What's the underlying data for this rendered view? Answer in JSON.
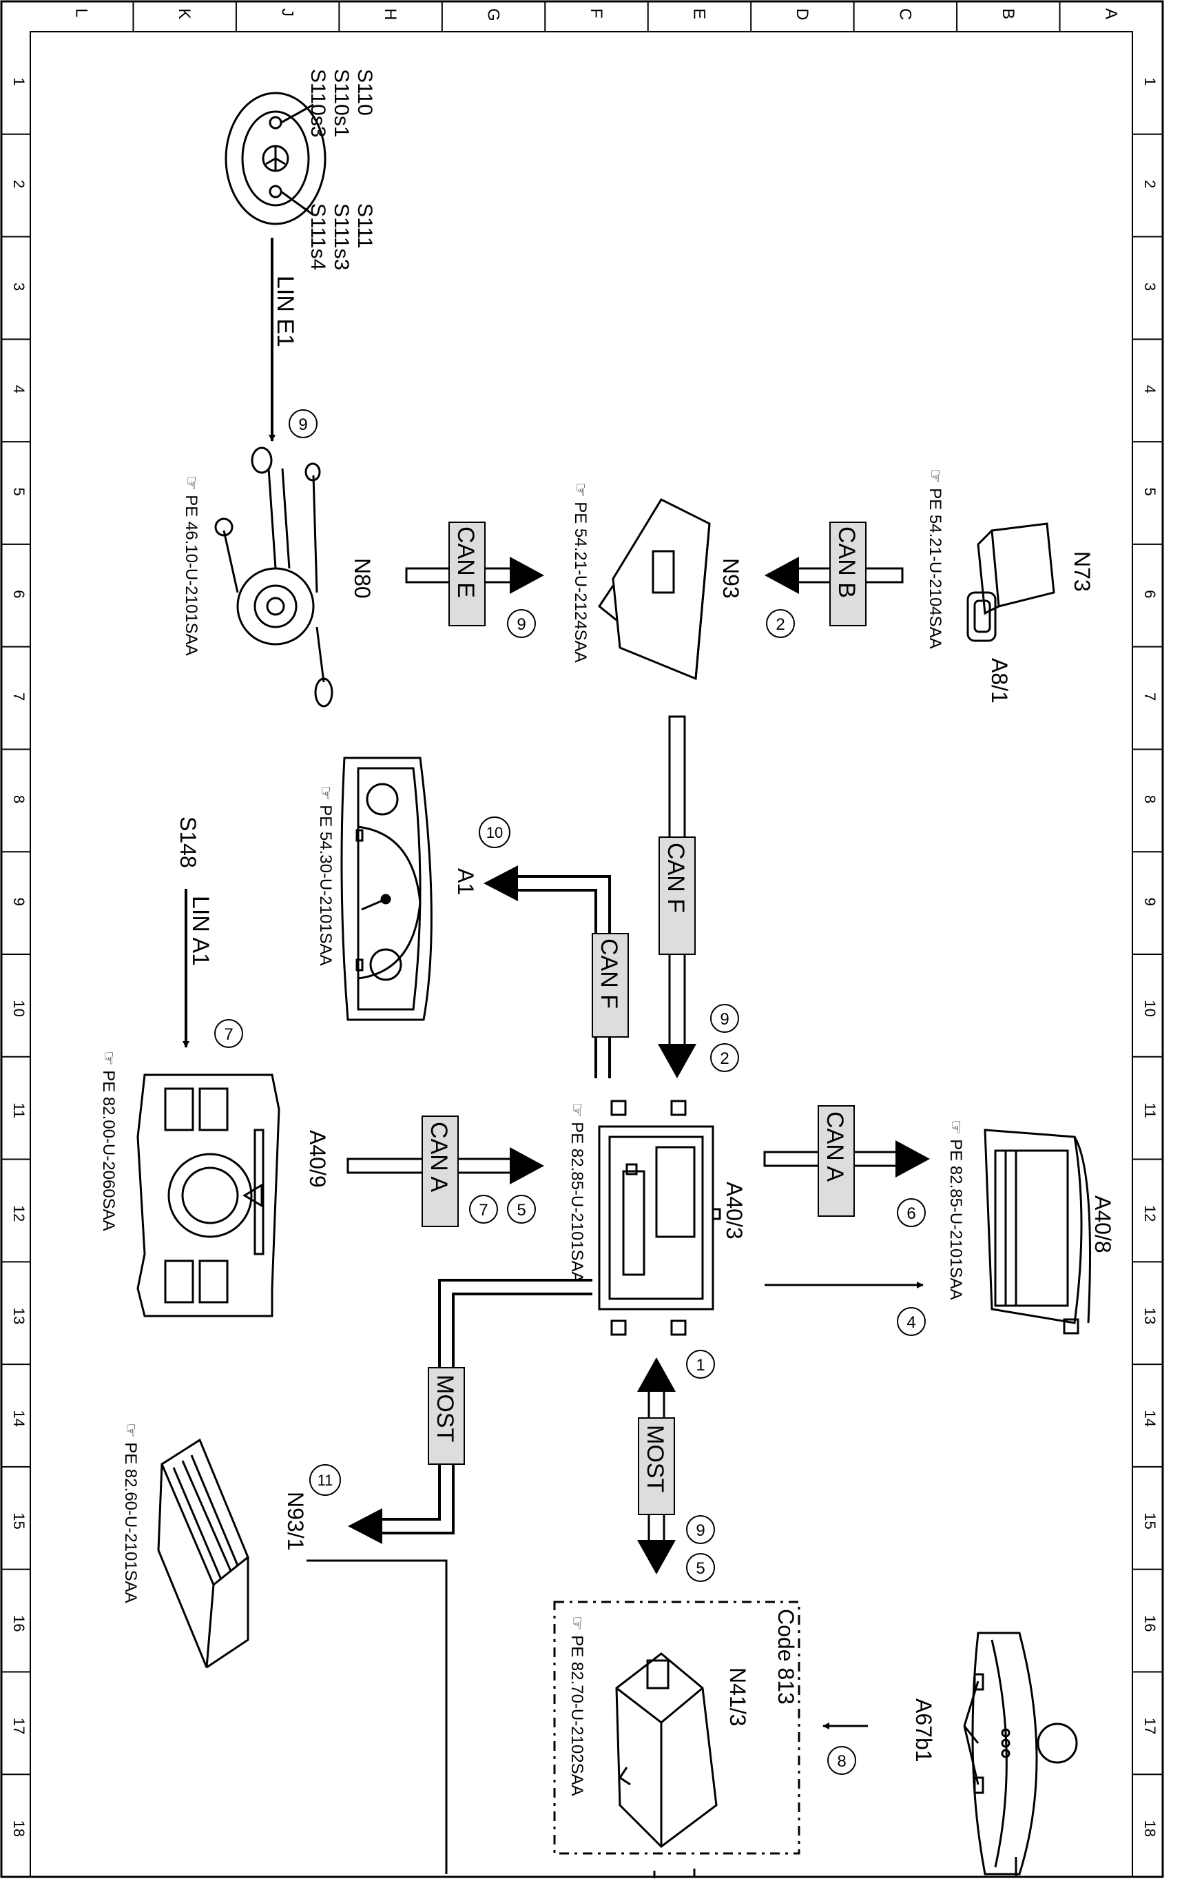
{
  "grid": {
    "col_letters": [
      "L",
      "K",
      "J",
      "H",
      "G",
      "F",
      "E",
      "D",
      "C",
      "B",
      "A"
    ],
    "row_numbers": [
      "1",
      "2",
      "3",
      "4",
      "5",
      "6",
      "7",
      "8",
      "9",
      "10",
      "11",
      "12",
      "13",
      "14",
      "15",
      "16",
      "17",
      "18"
    ]
  },
  "buses": {
    "lin_e1": "LIN E1",
    "lin_a1": "LIN A1",
    "can_b": "CAN B",
    "can_e": "CAN E",
    "can_f_main": "CAN F",
    "can_f_a1": "CAN F",
    "can_a_left": "CAN A",
    "can_a_right": "CAN A",
    "most_main": "MOST",
    "most_n93": "MOST"
  },
  "components": {
    "steering_top": [
      "S110",
      "S110s1",
      "S110s3"
    ],
    "steering_bottom": [
      "S111",
      "S111s3",
      "S111s4"
    ],
    "n73": "N73",
    "a8_1": "A8/1",
    "n93": "N93",
    "n80": "N80",
    "a1": "A1",
    "s148": "S148",
    "a40_9": "A40/9",
    "a40_3": "A40/3",
    "a40_8": "A40/8",
    "n93_1": "N93/1",
    "n41_3": "N41/3",
    "code_813": "Code 813",
    "a67b1": "A67b1"
  },
  "refs": {
    "n73": "PE 54.21-U-2104SAA",
    "n93": "PE 54.21-U-2124SAA",
    "n80": "PE 46.10-U-2101SAA",
    "a1": "PE 54.30-U-2101SAA",
    "a40_9": "PE 82.00-U-2060SAA",
    "a40_3": "PE 82.85-U-2101SAA",
    "a40_8": "PE 82.85-U-2101SAA",
    "n93_1": "PE 82.60-U-2101SAA",
    "n41_3": "PE 82.70-U-2102SAA"
  },
  "callouts": {
    "c9_lin_e1": "9",
    "c2_can_b": "2",
    "c9_can_e": "9",
    "c10_a1": "10",
    "c9_can_f": "9",
    "c2_can_f": "2",
    "c7_lin_a1": "7",
    "c5_can_a": "5",
    "c7_can_a": "7",
    "c6_can_a_r": "6",
    "c4_arrow": "4",
    "c1_most": "1",
    "c9_most": "9",
    "c5_most": "5",
    "c11_most": "11",
    "c8_a67": "8"
  }
}
